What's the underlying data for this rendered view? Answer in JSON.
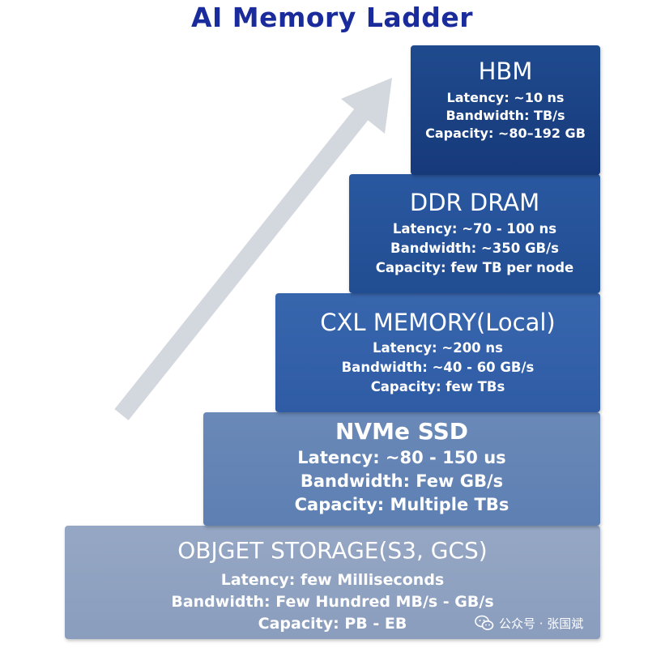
{
  "title": "AI Memory Ladder",
  "icons": {
    "arrow": "up-right-arrow-icon",
    "wechat": "wechat-icon"
  },
  "colors": {
    "title": "#1a2b9c",
    "arrow": "#d3d7de",
    "hbm": "#1b4287",
    "ddr": "#2653998",
    "cxl": "#3462aa",
    "nvme": "#6384b5",
    "object": "#90a2c1"
  },
  "tiers": [
    {
      "name": "HBM",
      "latency": "Latency:  ~10 ns",
      "bandwidth": "Bandwidth:  TB/s",
      "capacity": "Capacity: ~80–192 GB"
    },
    {
      "name": "DDR DRAM",
      "latency": "Latency:  ~70 - 100 ns",
      "bandwidth": "Bandwidth:  ~350 GB/s",
      "capacity": "Capacity: few TB per node"
    },
    {
      "name": "CXL MEMORY(Local)",
      "latency": "Latency:  ~200 ns",
      "bandwidth": "Bandwidth:  ~40 - 60 GB/s",
      "capacity": "Capacity: few TBs"
    },
    {
      "name": "NVMe SSD",
      "latency": "Latency:  ~80 - 150 us",
      "bandwidth": "Bandwidth:  Few GB/s",
      "capacity": "Capacity: Multiple TBs"
    },
    {
      "name": "OBJGET STORAGE(S3, GCS)",
      "latency": "Latency:  few Milliseconds",
      "bandwidth": "Bandwidth:  Few Hundred MB/s - GB/s",
      "capacity": "Capacity: PB - EB"
    }
  ],
  "watermark": "公众号 · 张国斌"
}
